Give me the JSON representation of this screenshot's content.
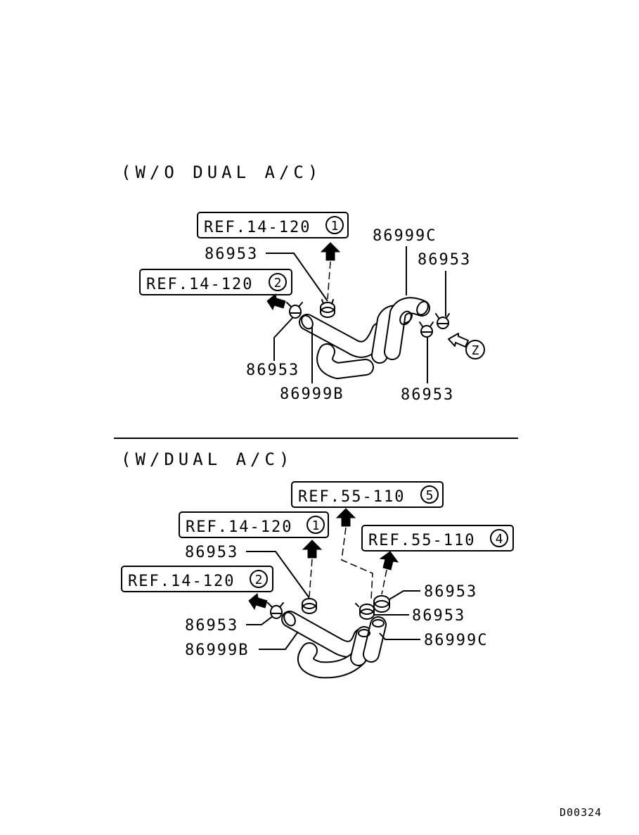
{
  "sections": {
    "without_dual_ac": "(W/O DUAL A/C)",
    "with_dual_ac": "(W/DUAL A/C)"
  },
  "top": {
    "ref_1": {
      "text": "REF.14-120",
      "num": "1"
    },
    "ref_2": {
      "text": "REF.14-120",
      "num": "2"
    },
    "clamp_upper": "86953",
    "clamp_left": "86953",
    "clamp_right_top": "86953",
    "clamp_right_bottom": "86953",
    "hose_b": "86999B",
    "hose_c": "86999C",
    "view_z": "Z"
  },
  "bottom": {
    "ref_5": {
      "text": "REF.55-110",
      "num": "5"
    },
    "ref_1": {
      "text": "REF.14-120",
      "num": "1"
    },
    "ref_4": {
      "text": "REF.55-110",
      "num": "4"
    },
    "ref_2": {
      "text": "REF.14-120",
      "num": "2"
    },
    "clamp_upper": "86953",
    "clamp_left": "86953",
    "clamp_right_a": "86953",
    "clamp_right_b": "86953",
    "hose_b": "86999B",
    "hose_c": "86999C"
  },
  "footer": {
    "code": "D00324"
  }
}
